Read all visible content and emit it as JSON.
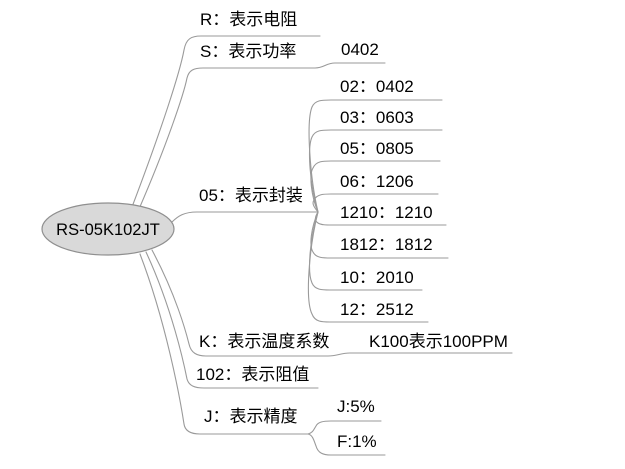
{
  "root": {
    "label": "RS-05K102JT"
  },
  "branches": [
    {
      "label": "R：表示电阻",
      "children": []
    },
    {
      "label": "S：表示功率",
      "children": [
        {
          "label": "0402"
        }
      ]
    },
    {
      "label": "05：表示封装",
      "children": [
        {
          "label": "02：0402"
        },
        {
          "label": "03：0603"
        },
        {
          "label": "05：0805"
        },
        {
          "label": "06：1206"
        },
        {
          "label": "1210：1210"
        },
        {
          "label": "1812：1812"
        },
        {
          "label": "10：2010"
        },
        {
          "label": "12：2512"
        }
      ]
    },
    {
      "label": "K：表示温度系数",
      "children": [
        {
          "label": "K100表示100PPM"
        }
      ]
    },
    {
      "label": "102：表示阻值",
      "children": []
    },
    {
      "label": "J：表示精度",
      "children": [
        {
          "label": "J:5%"
        },
        {
          "label": "F:1%"
        }
      ]
    }
  ],
  "colors": {
    "background": "#ffffff",
    "node_fill": "#d9d9d9",
    "node_stroke": "#8f8f8f",
    "line": "#9a9a9a",
    "text": "#000000"
  }
}
